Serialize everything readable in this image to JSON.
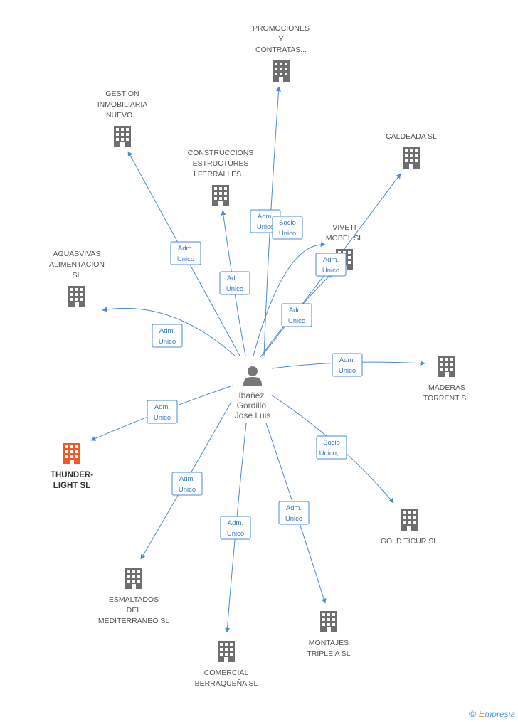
{
  "center": {
    "label_lines": [
      "Ibañez",
      "Gordillo",
      "Jose Luis"
    ]
  },
  "colors": {
    "edge": "#4a8ad6",
    "building": "#6e6e6e",
    "highlight": "#f05a28",
    "person": "#777777"
  },
  "companies": [
    {
      "id": "promociones",
      "label_lines": [
        "PROMOCIONES",
        "Y",
        "CONTRATAS..."
      ],
      "highlight": false
    },
    {
      "id": "gestion",
      "label_lines": [
        "GESTION",
        "INMOBILIARIA",
        "NUEVO..."
      ],
      "highlight": false
    },
    {
      "id": "construcciones",
      "label_lines": [
        "CONSTRUCCIONS",
        "ESTRUCTURES",
        "I FERRALLES..."
      ],
      "highlight": false
    },
    {
      "id": "caldeada",
      "label_lines": [
        "CALDEADA SL"
      ],
      "highlight": false
    },
    {
      "id": "viveti",
      "label_lines": [
        "VIVETI",
        "MOBEL SL"
      ],
      "highlight": false
    },
    {
      "id": "aguasvivas",
      "label_lines": [
        "AGUASVIVAS",
        "ALIMENTACION",
        "SL"
      ],
      "highlight": false
    },
    {
      "id": "maderas",
      "label_lines": [
        "MADERAS",
        "TORRENT SL"
      ],
      "highlight": false
    },
    {
      "id": "thunder",
      "label_lines": [
        "THUNDER-",
        "LIGHT SL"
      ],
      "highlight": true
    },
    {
      "id": "goldticur",
      "label_lines": [
        "GOLD TICUR SL"
      ],
      "highlight": false
    },
    {
      "id": "esmaltados",
      "label_lines": [
        "ESMALTADOS",
        "DEL",
        "MEDITERRANEO SL"
      ],
      "highlight": false
    },
    {
      "id": "montajes",
      "label_lines": [
        "MONTAJES",
        "TRIPLE A SL"
      ],
      "highlight": false
    },
    {
      "id": "comercial",
      "label_lines": [
        "COMERCIAL",
        "BERRAQUEÑA SL"
      ],
      "highlight": false
    }
  ],
  "edges": [
    {
      "target": "promociones",
      "badge_lines": [
        "Adm.",
        "Unico"
      ]
    },
    {
      "target": "gestion",
      "badge_lines": [
        "Adm.",
        "Unico"
      ]
    },
    {
      "target": "construcciones",
      "badge_lines": [
        "Adm.",
        "Unico"
      ]
    },
    {
      "target": "viveti",
      "badge_lines": [
        "Socio",
        "Único"
      ]
    },
    {
      "target": "viveti",
      "badge_lines": [
        "Adm.",
        "Unico"
      ]
    },
    {
      "target": "caldeada",
      "badge_lines": [
        "Adm.",
        "Unico"
      ]
    },
    {
      "target": "aguasvivas",
      "badge_lines": [
        "Adm.",
        "Unico"
      ]
    },
    {
      "target": "maderas",
      "badge_lines": [
        "Adm.",
        "Unico"
      ]
    },
    {
      "target": "thunder",
      "badge_lines": [
        "Adm.",
        "Unico"
      ]
    },
    {
      "target": "goldticur",
      "badge_lines": [
        "Socio",
        "Único,..."
      ]
    },
    {
      "target": "esmaltados",
      "badge_lines": [
        "Adm.",
        "Unico"
      ]
    },
    {
      "target": "montajes",
      "badge_lines": [
        "Adm.",
        "Unico"
      ]
    },
    {
      "target": "comercial",
      "badge_lines": [
        "Adm.",
        "Unico"
      ]
    }
  ],
  "footer": {
    "copyright_symbol": "©",
    "brand_initial": "E",
    "brand_rest": "mpresia"
  }
}
